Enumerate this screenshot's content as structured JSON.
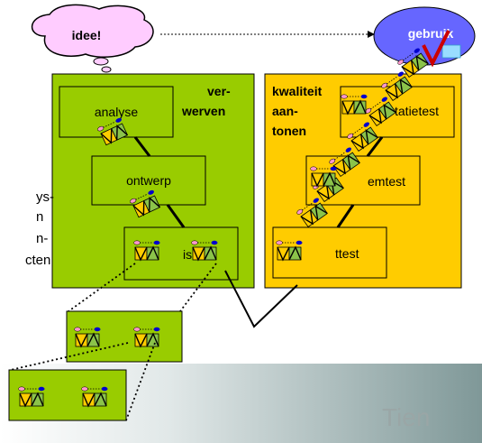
{
  "bubble_idee": "idee!",
  "bubble_gebruik": "gebruik",
  "left_box": {
    "title_line1": "ver-",
    "title_line2": "werven",
    "stage_analyse": "analyse",
    "stage_ontwerp": "ontwerp",
    "stage_fragment": "is"
  },
  "right_box": {
    "title_line1": "kwaliteit",
    "title_line2": "aan-",
    "title_line3": "tonen",
    "stage_acceptatie": "tatietest",
    "stage_systeem": "emtest",
    "stage_unit": "ttest"
  },
  "side_text": [
    "ys-",
    "n",
    "n-",
    "cten"
  ],
  "footer_text": "Tien",
  "colors": {
    "green_box": "#99CC00",
    "yellow_box": "#FFCC00",
    "pink_bubble": "#FFCCFF",
    "blue_bubble": "#6666FF",
    "check": "#CC0000",
    "footer_gray": "#9aa6a6"
  }
}
